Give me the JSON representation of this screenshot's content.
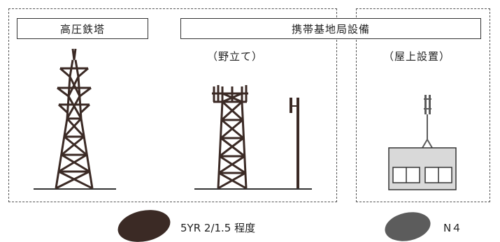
{
  "labels": {
    "steel_tower": "高圧鉄塔",
    "mobile_base_station": "携帯基地局設備",
    "ground_installed": "（野立て）",
    "rooftop_installed": "（屋上設置）"
  },
  "swatches": [
    {
      "label": "5YR 2/1.5 程度",
      "color": "#3b2a25"
    },
    {
      "label": "N４",
      "color": "#5c5c5c"
    }
  ],
  "colors": {
    "tower": "#3b2a25",
    "rooftop_antenna": "#5c5c5c",
    "building_fill": "#d9d9d9"
  }
}
